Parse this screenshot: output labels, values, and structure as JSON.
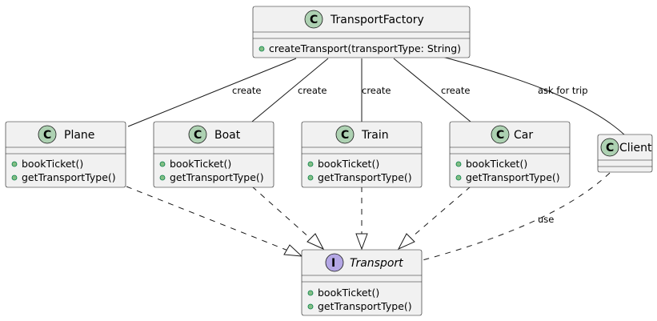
{
  "colors": {
    "class_fill": "#f1f1f1",
    "class_badge": "#add1b2",
    "interface_badge": "#b4a7e5",
    "stroke": "#181818",
    "method_dot": "#84be84"
  },
  "classes": {
    "factory": {
      "stereotype": "C",
      "name": "TransportFactory",
      "methods": [
        "createTransport(transportType: String)"
      ]
    },
    "plane": {
      "stereotype": "C",
      "name": "Plane",
      "methods": [
        "bookTicket()",
        "getTransportType()"
      ]
    },
    "boat": {
      "stereotype": "C",
      "name": "Boat",
      "methods": [
        "bookTicket()",
        "getTransportType()"
      ]
    },
    "train": {
      "stereotype": "C",
      "name": "Train",
      "methods": [
        "bookTicket()",
        "getTransportType()"
      ]
    },
    "car": {
      "stereotype": "C",
      "name": "Car",
      "methods": [
        "bookTicket()",
        "getTransportType()"
      ]
    },
    "client": {
      "stereotype": "C",
      "name": "Client",
      "methods": []
    },
    "transport": {
      "stereotype": "I",
      "name": "Transport",
      "methods": [
        "bookTicket()",
        "getTransportType()"
      ]
    }
  },
  "relations": {
    "create_plane": "create",
    "create_boat": "create",
    "create_train": "create",
    "create_car": "create",
    "ask_for_trip": "ask for trip",
    "use": "use"
  }
}
